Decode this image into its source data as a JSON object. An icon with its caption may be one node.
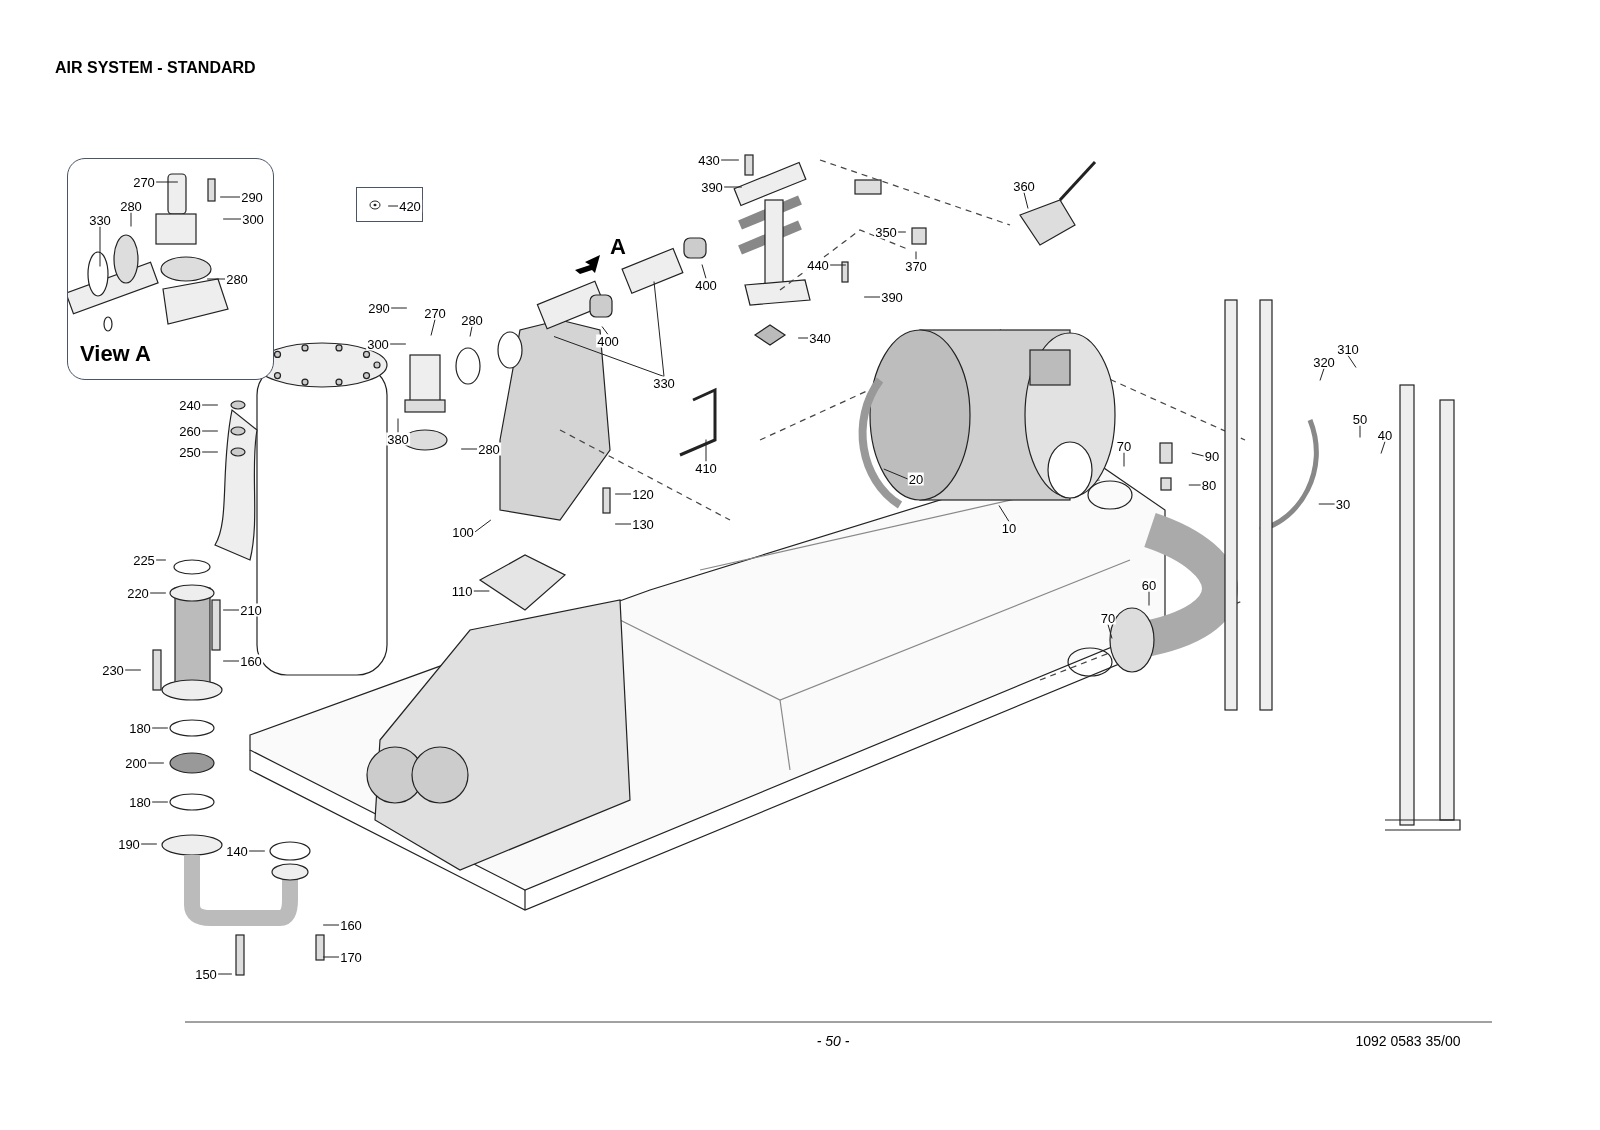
{
  "diagram": {
    "title": "AIR SYSTEM - STANDARD",
    "nodes": [
      {
        "text": [
          "View A"
        ]
      },
      {
        "text": [
          "270"
        ],
        "in": 0
      },
      {
        "text": [
          "290"
        ],
        "in": 0
      },
      {
        "text": [
          "280"
        ],
        "in": 0
      },
      {
        "text": [
          "300"
        ],
        "in": 0
      },
      {
        "text": [
          "330"
        ],
        "in": 0
      },
      {
        "text": [
          "280"
        ],
        "in": 0
      },
      {
        "text": [],
        "shape": "box"
      },
      {
        "text": [
          "420"
        ],
        "in": 7
      },
      {
        "text": [
          "430"
        ]
      },
      {
        "text": [
          "390"
        ]
      },
      {
        "text": [
          "360"
        ]
      },
      {
        "text": [
          "400"
        ]
      },
      {
        "text": [
          "350"
        ]
      },
      {
        "text": [
          "370"
        ]
      },
      {
        "text": [
          "440"
        ]
      },
      {
        "text": [
          "390"
        ]
      },
      {
        "text": [
          "290"
        ]
      },
      {
        "text": [
          "270"
        ]
      },
      {
        "text": [
          "280"
        ]
      },
      {
        "text": [
          "300"
        ]
      },
      {
        "text": [
          "400"
        ]
      },
      {
        "text": [
          "340"
        ]
      },
      {
        "text": [
          "330"
        ]
      },
      {
        "text": [
          "310"
        ]
      },
      {
        "text": [
          "320"
        ]
      },
      {
        "text": [
          "240"
        ]
      },
      {
        "text": [
          "260"
        ]
      },
      {
        "text": [
          "250"
        ]
      },
      {
        "text": [
          "380"
        ]
      },
      {
        "text": [
          "280"
        ]
      },
      {
        "text": [
          "410"
        ]
      },
      {
        "text": [
          "50"
        ]
      },
      {
        "text": [
          "40"
        ]
      },
      {
        "text": [
          "70"
        ]
      },
      {
        "text": [
          "90"
        ]
      },
      {
        "text": [
          "80"
        ]
      },
      {
        "text": [
          "20"
        ]
      },
      {
        "text": [
          "120"
        ]
      },
      {
        "text": [
          "30"
        ]
      },
      {
        "text": [
          "130"
        ]
      },
      {
        "text": [
          "10"
        ]
      },
      {
        "text": [
          "100"
        ]
      },
      {
        "text": [
          "225"
        ]
      },
      {
        "text": [
          "110"
        ]
      },
      {
        "text": [
          "60"
        ]
      },
      {
        "text": [
          "220"
        ]
      },
      {
        "text": [
          "210"
        ]
      },
      {
        "text": [
          "70"
        ]
      },
      {
        "text": [
          "230"
        ]
      },
      {
        "text": [
          "160"
        ]
      },
      {
        "text": [
          "180"
        ]
      },
      {
        "text": [
          "200"
        ]
      },
      {
        "text": [
          "180"
        ]
      },
      {
        "text": [
          "190"
        ]
      },
      {
        "text": [
          "140"
        ]
      },
      {
        "text": [
          "160"
        ]
      },
      {
        "text": [
          "170"
        ]
      },
      {
        "text": [
          "150"
        ]
      }
    ],
    "edges": [
      {
        "from": 1,
        "to": null,
        "arrow": "none"
      },
      {
        "from": 2,
        "to": null,
        "arrow": "none"
      },
      {
        "from": 3,
        "to": null,
        "arrow": "none"
      },
      {
        "from": 4,
        "to": null,
        "arrow": "none"
      },
      {
        "from": 5,
        "to": null,
        "arrow": "none"
      },
      {
        "from": 6,
        "to": null,
        "arrow": "none"
      },
      {
        "from": 8,
        "to": null,
        "arrow": "none"
      },
      {
        "from": 9,
        "to": null,
        "arrow": "none"
      },
      {
        "from": 10,
        "to": null,
        "arrow": "none"
      },
      {
        "from": 11,
        "to": null,
        "arrow": "none"
      },
      {
        "from": 12,
        "to": null,
        "arrow": "none"
      },
      {
        "from": 13,
        "to": null,
        "arrow": "none"
      },
      {
        "from": 14,
        "to": null,
        "arrow": "none"
      },
      {
        "from": 15,
        "to": null,
        "arrow": "none"
      },
      {
        "from": 16,
        "to": null,
        "arrow": "none"
      },
      {
        "from": 17,
        "to": null,
        "arrow": "none"
      },
      {
        "from": 18,
        "to": null,
        "arrow": "none"
      },
      {
        "from": 19,
        "to": null,
        "arrow": "none"
      },
      {
        "from": 20,
        "to": null,
        "arrow": "none"
      },
      {
        "from": 21,
        "to": null,
        "arrow": "none"
      },
      {
        "from": 22,
        "to": null,
        "arrow": "none"
      },
      {
        "from": 23,
        "to": null,
        "arrow": "none"
      },
      {
        "from": 23,
        "to": null,
        "arrow": "none"
      },
      {
        "from": 24,
        "to": null,
        "arrow": "none"
      },
      {
        "from": 25,
        "to": null,
        "arrow": "none"
      },
      {
        "from": 26,
        "to": null,
        "arrow": "none"
      },
      {
        "from": 27,
        "to": null,
        "arrow": "none"
      },
      {
        "from": 28,
        "to": null,
        "arrow": "none"
      },
      {
        "from": 29,
        "to": null,
        "arrow": "none"
      },
      {
        "from": 30,
        "to": null,
        "arrow": "none"
      },
      {
        "from": 31,
        "to": null,
        "arrow": "none"
      },
      {
        "from": 32,
        "to": null,
        "arrow": "none"
      },
      {
        "from": 33,
        "to": null,
        "arrow": "none"
      },
      {
        "from": 34,
        "to": null,
        "arrow": "none"
      },
      {
        "from": 35,
        "to": null,
        "arrow": "none"
      },
      {
        "from": 36,
        "to": null,
        "arrow": "none"
      },
      {
        "from": 37,
        "to": null,
        "arrow": "none"
      },
      {
        "from": 38,
        "to": null,
        "arrow": "none"
      },
      {
        "from": 39,
        "to": null,
        "arrow": "none"
      },
      {
        "from": 40,
        "to": null,
        "arrow": "none"
      },
      {
        "from": 41,
        "to": null,
        "arrow": "none"
      },
      {
        "from": 42,
        "to": null,
        "arrow": "none"
      },
      {
        "from": 43,
        "to": null,
        "arrow": "none"
      },
      {
        "from": 44,
        "to": null,
        "arrow": "none"
      },
      {
        "from": 45,
        "to": null,
        "arrow": "none"
      },
      {
        "from": 46,
        "to": null,
        "arrow": "none"
      },
      {
        "from": 47,
        "to": null,
        "arrow": "none"
      },
      {
        "from": 48,
        "to": null,
        "arrow": "none"
      },
      {
        "from": 49,
        "to": null,
        "arrow": "none"
      },
      {
        "from": 50,
        "to": null,
        "arrow": "none"
      },
      {
        "from": 51,
        "to": null,
        "arrow": "none"
      },
      {
        "from": 52,
        "to": null,
        "arrow": "none"
      },
      {
        "from": 53,
        "to": null,
        "arrow": "none"
      },
      {
        "from": 54,
        "to": null,
        "arrow": "none"
      },
      {
        "from": 55,
        "to": null,
        "arrow": "none"
      },
      {
        "from": 56,
        "to": null,
        "arrow": "none"
      },
      {
        "from": 57,
        "to": null,
        "arrow": "none"
      },
      {
        "from": 58,
        "to": null,
        "arrow": "none"
      }
    ],
    "labels": [
      "A",
      "- 50 -",
      "1092 0583 35/00"
    ]
  }
}
